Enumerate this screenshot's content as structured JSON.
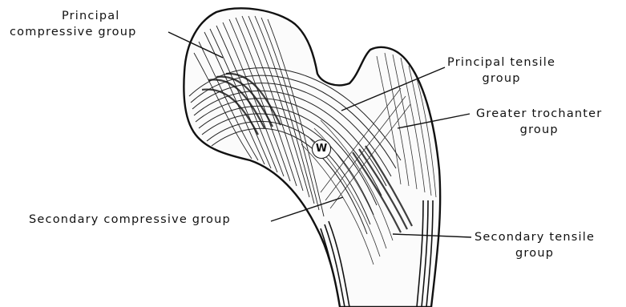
{
  "labels": {
    "principal_compressive": [
      "Principal",
      "compressive group"
    ],
    "principal_tensile": [
      "Principal tensile",
      "group"
    ],
    "greater_trochanter": [
      "Greater trochanter",
      "group"
    ],
    "secondary_compressive": [
      "Secondary compressive group"
    ],
    "secondary_tensile": [
      "Secondary tensile",
      "group"
    ]
  },
  "center_mark": "W"
}
